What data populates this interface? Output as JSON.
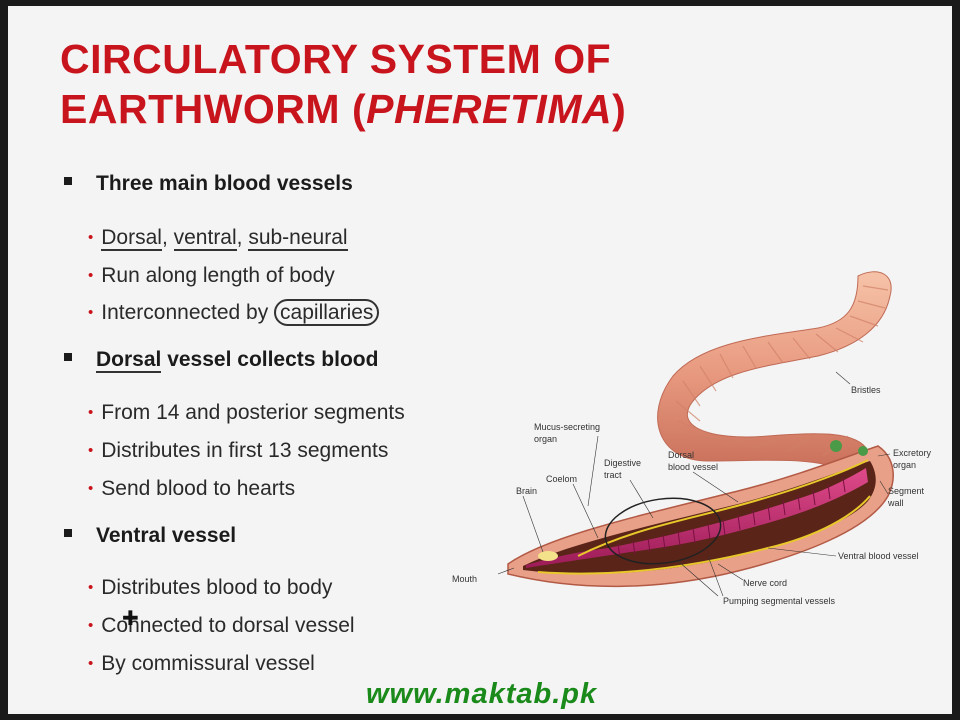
{
  "title": {
    "line1": "CIRCULATORY SYSTEM OF",
    "line2_prefix": "EARTHWORM (",
    "line2_italic": "PHERETIMA",
    "line2_suffix": ")"
  },
  "sections": [
    {
      "heading": "Three main blood vessels",
      "items": [
        {
          "parts": [
            "Dorsal",
            ", ",
            "ventral",
            ", ",
            "sub-neural"
          ]
        },
        {
          "text": "Run along length of body"
        },
        {
          "prefix": "Interconnected by ",
          "circled": "capillaries"
        }
      ]
    },
    {
      "heading_underlined": "Dorsal",
      "heading_rest": " vessel collects blood",
      "items": [
        {
          "text": "From 14 and posterior segments"
        },
        {
          "text": "Distributes in first 13 segments"
        },
        {
          "text": "Send blood to hearts"
        }
      ]
    },
    {
      "heading": "Ventral vessel",
      "items": [
        {
          "text": "Distributes blood to body"
        },
        {
          "text": "Connected to dorsal vessel"
        },
        {
          "text": "By commissural vessel"
        }
      ]
    }
  ],
  "diagram_labels": {
    "bristles": "Bristles",
    "mucus1": "Mucus-secreting",
    "mucus2": "organ",
    "excretory1": "Excretory",
    "excretory2": "organ",
    "segment1": "Segment",
    "segment2": "wall",
    "digestive1": "Digestive",
    "digestive2": "tract",
    "dorsal1": "Dorsal",
    "dorsal2": "blood vessel",
    "coelom": "Coelom",
    "brain": "Brain",
    "mouth": "Mouth",
    "ventral": "Ventral blood vessel",
    "nerve": "Nerve cord",
    "pumping": "Pumping segmental vessels"
  },
  "footer": "www.maktab.pk",
  "colors": {
    "title": "#c8141c",
    "footer": "#1a8a1a",
    "bullet_dot": "#c8141c"
  }
}
